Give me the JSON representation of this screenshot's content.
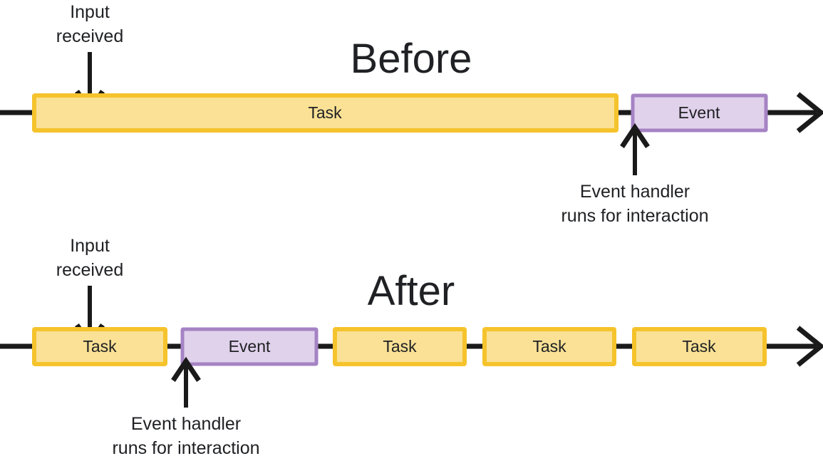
{
  "colors": {
    "task_fill": "#FAE195",
    "task_stroke": "#F5C32C",
    "event_fill": "#E1D2EC",
    "event_stroke": "#A583C4",
    "line": "#1a1a1a",
    "text": "#202124",
    "background": "#ffffff"
  },
  "sections": [
    {
      "id": "before",
      "title": "Before",
      "input_annotation": {
        "line1": "Input",
        "line2": "received"
      },
      "handler_annotation": {
        "line1": "Event handler",
        "line2": "runs for interaction"
      },
      "blocks": [
        {
          "label": "Task",
          "type": "task"
        },
        {
          "label": "Event",
          "type": "event"
        }
      ]
    },
    {
      "id": "after",
      "title": "After",
      "input_annotation": {
        "line1": "Input",
        "line2": "received"
      },
      "handler_annotation": {
        "line1": "Event handler",
        "line2": "runs for interaction"
      },
      "blocks": [
        {
          "label": "Task",
          "type": "task"
        },
        {
          "label": "Event",
          "type": "event"
        },
        {
          "label": "Task",
          "type": "task"
        },
        {
          "label": "Task",
          "type": "task"
        },
        {
          "label": "Task",
          "type": "task"
        }
      ]
    }
  ]
}
